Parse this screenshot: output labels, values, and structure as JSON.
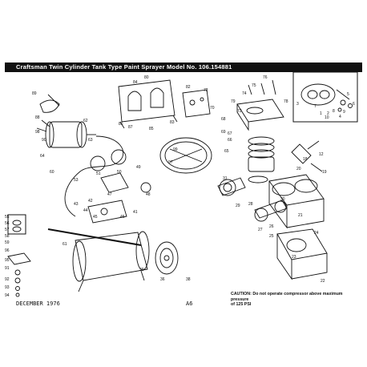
{
  "title": "Craftsman Twin Cylinder Tank Type Paint Sprayer Model No. 106.154881",
  "footer": {
    "date": "DECEMBER 1976",
    "page": "A6",
    "caution_line1": "CAUTION: Do not operate compressor above maximum pressure",
    "caution_line2": "of 125 PSI"
  },
  "callouts": {
    "c1": "1",
    "c2": "2",
    "c3": "3",
    "c4": "4",
    "c5": "5",
    "c6": "6",
    "c7": "7",
    "c8": "8",
    "c9": "9",
    "c10": "10",
    "c12": "12",
    "c18": "18",
    "c19": "19",
    "c20": "20",
    "c21": "21",
    "c22": "22",
    "c23": "23",
    "c24": "24",
    "c25": "25",
    "c26": "26",
    "c27": "27",
    "c28": "28",
    "c29": "29",
    "c30": "30",
    "c31": "31",
    "c36": "36",
    "c38": "38",
    "c39": "39",
    "c41": "41",
    "c42": "42",
    "c43": "43",
    "c44": "44",
    "c45": "45",
    "c46": "46",
    "c47": "47",
    "c48": "48",
    "c49": "49",
    "c50": "50",
    "c51": "51",
    "c53": "53",
    "c55": "55",
    "c56": "56",
    "c57": "57",
    "c58": "58",
    "c59": "59",
    "c60": "60",
    "c61": "61",
    "c62": "62",
    "c63": "63",
    "c64": "64",
    "c65": "65",
    "c66": "66",
    "c67": "67",
    "c68": "68",
    "c69": "69",
    "c70": "70",
    "c72": "72",
    "c73": "73",
    "c74": "74",
    "c75": "75",
    "c76": "76",
    "c78": "78",
    "c79": "79",
    "c80": "80",
    "c82": "82",
    "c83": "83",
    "c84": "84",
    "c85": "85",
    "c86": "86",
    "c87": "87",
    "c88": "88",
    "c89": "89",
    "c90": "90",
    "c91": "91",
    "c92": "92",
    "c93": "93",
    "c94": "94",
    "c95": "95",
    "c96": "96",
    "c97": "97",
    "c98": "98",
    "c99": "99"
  }
}
